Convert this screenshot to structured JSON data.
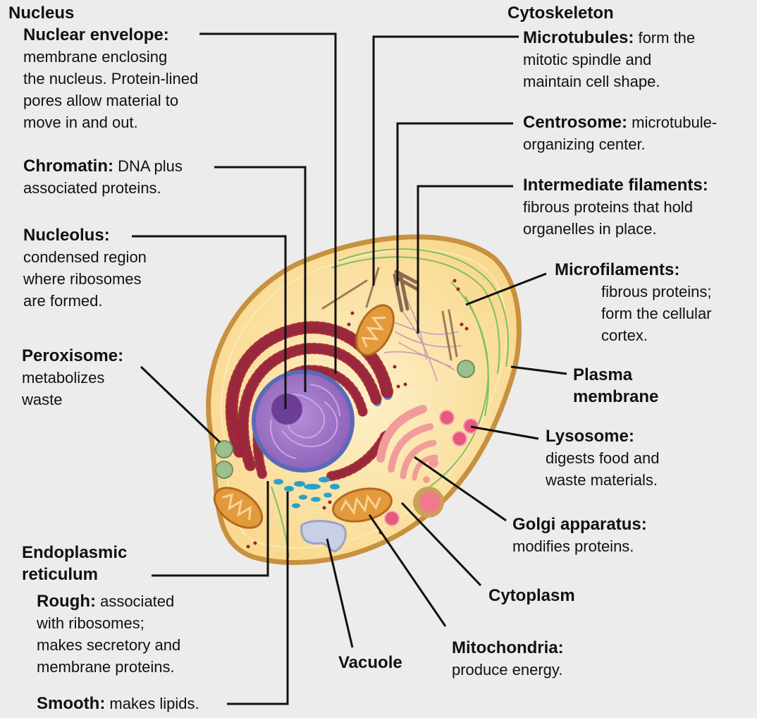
{
  "headings": {
    "nucleus": "Nucleus",
    "cytoskeleton": "Cytoskeleton"
  },
  "labels": {
    "nuclear_envelope": {
      "term": "Nuclear envelope:",
      "lines": [
        "membrane enclosing",
        "the nucleus. Protein-lined",
        "pores allow material to",
        "move in and out."
      ]
    },
    "chromatin": {
      "term": "Chromatin:",
      "inline": " DNA plus",
      "lines": [
        "associated proteins."
      ]
    },
    "nucleolus": {
      "term": "Nucleolus:",
      "lines": [
        "condensed region",
        "where ribosomes",
        "are formed."
      ]
    },
    "peroxisome": {
      "term": "Peroxisome:",
      "lines": [
        "metabolizes",
        "waste"
      ]
    },
    "endoplasmic_reticulum": {
      "lines": [
        "Endoplasmic",
        "reticulum"
      ]
    },
    "rough": {
      "term": "Rough:",
      "inline": " associated",
      "lines": [
        "with ribosomes;",
        "makes secretory and",
        "membrane proteins."
      ]
    },
    "smooth": {
      "term": "Smooth:",
      "inline": " makes lipids."
    },
    "microtubules": {
      "term": "Microtubules:",
      "inline": " form the",
      "lines": [
        "mitotic spindle and",
        "maintain cell shape."
      ]
    },
    "centrosome": {
      "term": "Centrosome:",
      "inline": " microtubule-",
      "lines": [
        "organizing center."
      ]
    },
    "intermediate_filaments": {
      "term": "Intermediate filaments:",
      "lines": [
        "fibrous proteins that hold",
        "organelles in place."
      ]
    },
    "microfilaments": {
      "term": "Microfilaments:",
      "lines": [
        "fibrous proteins;",
        "form the cellular",
        "cortex."
      ]
    },
    "plasma_membrane": {
      "lines": [
        "Plasma",
        "membrane"
      ]
    },
    "lysosome": {
      "term": "Lysosome:",
      "lines": [
        "digests food and",
        "waste materials."
      ]
    },
    "golgi": {
      "term": "Golgi apparatus:",
      "lines": [
        "modifies proteins."
      ]
    },
    "cytoplasm": {
      "term": "Cytoplasm"
    },
    "mitochondria": {
      "term": "Mitochondria:",
      "lines": [
        "produce energy."
      ]
    },
    "vacuole": {
      "term": "Vacuole"
    }
  },
  "colors": {
    "background": "#ececec",
    "cytoplasm": "#fbe3a6",
    "membrane": "#c8913f",
    "nucleus": "#9a6cc0",
    "er": "#6a78c4",
    "ribosome": "#a01f2e",
    "mitochondria": "#e39a3b",
    "golgi": "#f19c9a",
    "lysosome": "#e8587a",
    "peroxisome": "#9cbf8c",
    "smooth_er": "#2ea0c8",
    "vacuole": "#c9cfe4",
    "filament": "#7fc063",
    "leader_line": "#111111"
  }
}
